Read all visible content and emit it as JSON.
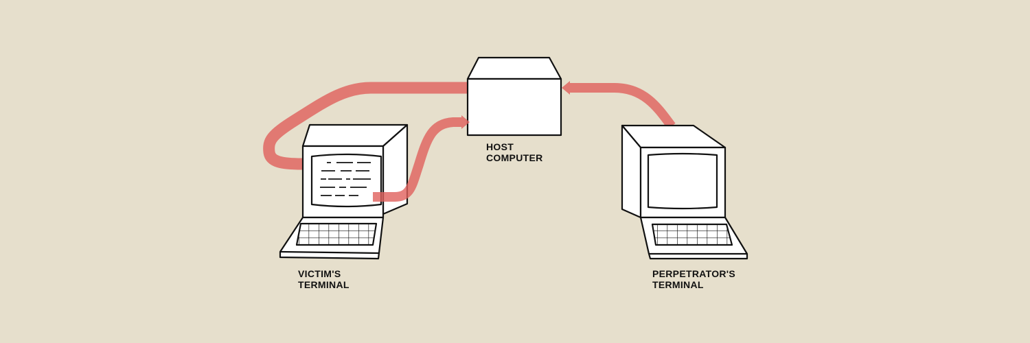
{
  "diagram": {
    "host": {
      "line1": "HOST",
      "line2": "COMPUTER"
    },
    "victim": {
      "line1": "VICTIM'S",
      "line2": "TERMINAL"
    },
    "perpetrator": {
      "line1": "PERPETRATOR'S",
      "line2": "TERMINAL"
    },
    "colors": {
      "background": "#e6dfcc",
      "connection": "#e0605c"
    }
  }
}
